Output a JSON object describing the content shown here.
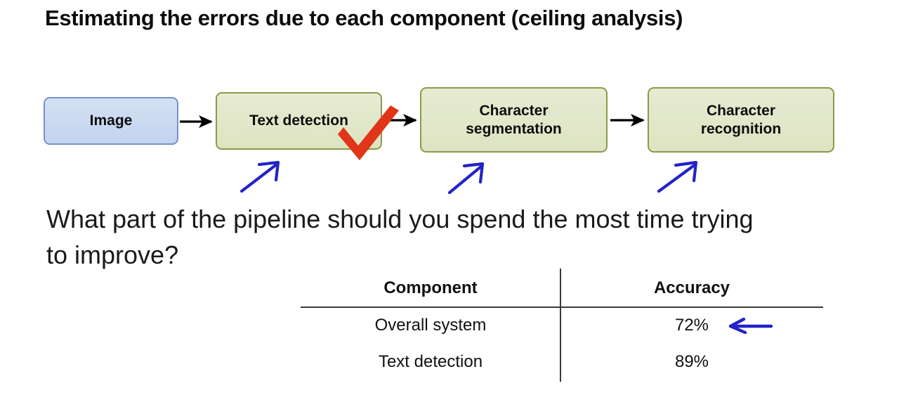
{
  "title": "Estimating the errors due to each component (ceiling analysis)",
  "pipeline": {
    "nodes": [
      {
        "id": "image",
        "label": "Image",
        "fill": "#cbd8f0",
        "border": "#7492c9"
      },
      {
        "id": "text-detection",
        "label": "Text detection",
        "fill": "#e1e7c9",
        "border": "#8a9b49"
      },
      {
        "id": "character-segmentation",
        "label": "Character\nsegmentation",
        "line1": "Character",
        "line2": "segmentation",
        "fill": "#e1e7c9",
        "border": "#8a9b49"
      },
      {
        "id": "character-recognition",
        "label": "Character\nrecognition",
        "line1": "Character",
        "line2": "recognition",
        "fill": "#e1e7c9",
        "border": "#8a9b49"
      }
    ],
    "connector_color": "#000000",
    "annotations": {
      "checkmark_color": "#e03518",
      "arrow_color": "#2323c8",
      "arrow_count": 3
    }
  },
  "question": "What part of the pipeline should you spend the most time trying to improve?",
  "table": {
    "headers": [
      "Component",
      "Accuracy"
    ],
    "rows": [
      {
        "component": "Overall system",
        "accuracy": "72%",
        "highlighted": true
      },
      {
        "component": "Text detection",
        "accuracy": "89%",
        "highlighted": false
      }
    ],
    "rule_color": "#3a3a3a",
    "highlight_arrow_color": "#2323c8"
  }
}
